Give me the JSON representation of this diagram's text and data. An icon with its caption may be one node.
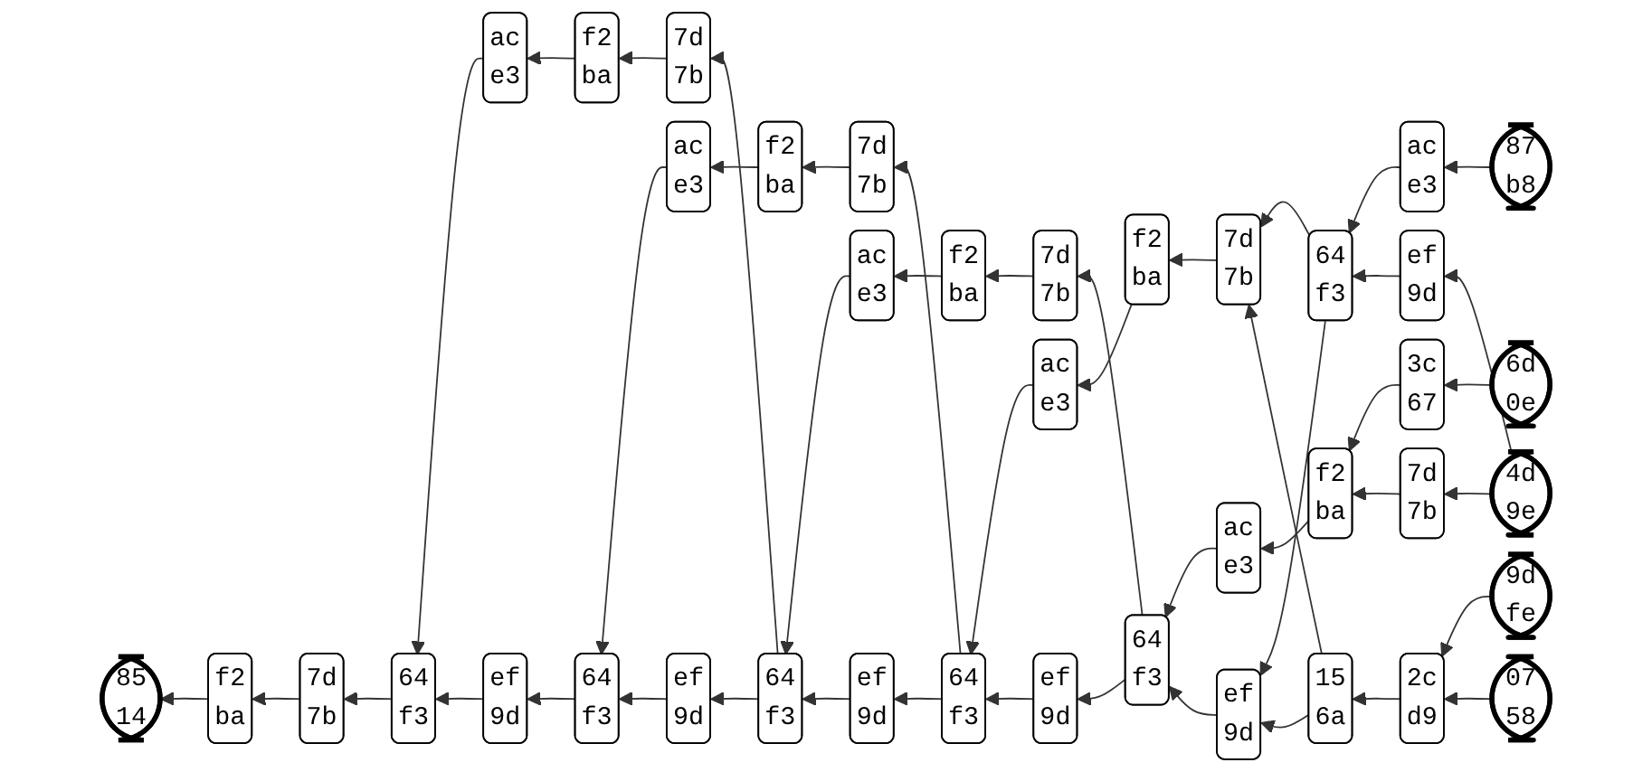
{
  "diagram": {
    "nodes": [
      {
        "text": [
          "85",
          "14"
        ]
      },
      {
        "text": [
          "f2",
          "ba"
        ]
      },
      {
        "text": [
          "7d",
          "7b"
        ]
      },
      {
        "text": [
          "64",
          "f3"
        ]
      },
      {
        "text": [
          "ac",
          "e3"
        ]
      },
      {
        "text": [
          "ef",
          "9d"
        ]
      },
      {
        "text": [
          "f2",
          "ba"
        ]
      },
      {
        "text": [
          "64",
          "f3"
        ]
      },
      {
        "text": [
          "ac",
          "e3"
        ]
      },
      {
        "text": [
          "7d",
          "7b"
        ]
      },
      {
        "text": [
          "ef",
          "9d"
        ]
      },
      {
        "text": [
          "f2",
          "ba"
        ]
      },
      {
        "text": [
          "64",
          "f3"
        ]
      },
      {
        "text": [
          "ac",
          "e3"
        ]
      },
      {
        "text": [
          "7d",
          "7b"
        ]
      },
      {
        "text": [
          "ef",
          "9d"
        ]
      },
      {
        "text": [
          "f2",
          "ba"
        ]
      },
      {
        "text": [
          "64",
          "f3"
        ]
      },
      {
        "text": [
          "ac",
          "e3"
        ]
      },
      {
        "text": [
          "7d",
          "7b"
        ]
      },
      {
        "text": [
          "ef",
          "9d"
        ]
      },
      {
        "text": [
          "f2",
          "ba"
        ]
      },
      {
        "text": [
          "64",
          "f3"
        ]
      },
      {
        "text": [
          "ac",
          "e3"
        ]
      },
      {
        "text": [
          "7d",
          "7b"
        ]
      },
      {
        "text": [
          "ef",
          "9d"
        ]
      },
      {
        "text": [
          "f2",
          "ba"
        ]
      },
      {
        "text": [
          "64",
          "f3"
        ]
      },
      {
        "text": [
          "15",
          "6a"
        ]
      },
      {
        "text": [
          "3c",
          "67"
        ]
      },
      {
        "text": [
          "ac",
          "e3"
        ]
      },
      {
        "text": [
          "7d",
          "7b"
        ]
      },
      {
        "text": [
          "ef",
          "9d"
        ]
      },
      {
        "text": [
          "2c",
          "d9"
        ]
      },
      {
        "text": [
          "6d",
          "0e"
        ]
      },
      {
        "text": [
          "87",
          "b8"
        ]
      },
      {
        "text": [
          "4d",
          "9e"
        ]
      },
      {
        "text": [
          "9d",
          "fe"
        ]
      },
      {
        "text": [
          "07",
          "58"
        ]
      }
    ],
    "edges": [
      {
        "from": 1,
        "to": 0,
        "arrow": "to"
      },
      {
        "from": 2,
        "to": 1,
        "arrow": "to"
      },
      {
        "from": 3,
        "to": 2,
        "arrow": "to"
      },
      {
        "from": 4,
        "to": 3,
        "arrow": "to"
      },
      {
        "from": 5,
        "to": 3,
        "arrow": "to"
      },
      {
        "from": 6,
        "to": 4,
        "arrow": "to"
      },
      {
        "from": 7,
        "to": 5,
        "arrow": "to"
      },
      {
        "from": 8,
        "to": 7,
        "arrow": "to"
      },
      {
        "from": 9,
        "to": 6,
        "arrow": "to"
      },
      {
        "from": 10,
        "to": 7,
        "arrow": "to"
      },
      {
        "from": 11,
        "to": 8,
        "arrow": "to"
      },
      {
        "from": 12,
        "to": 9,
        "arrow": "to"
      },
      {
        "from": 12,
        "to": 10,
        "arrow": "to"
      },
      {
        "from": 13,
        "to": 12,
        "arrow": "to"
      },
      {
        "from": 14,
        "to": 11,
        "arrow": "to"
      },
      {
        "from": 15,
        "to": 12,
        "arrow": "to"
      },
      {
        "from": 16,
        "to": 13,
        "arrow": "to"
      },
      {
        "from": 17,
        "to": 14,
        "arrow": "to"
      },
      {
        "from": 17,
        "to": 15,
        "arrow": "to"
      },
      {
        "from": 18,
        "to": 17,
        "arrow": "to"
      },
      {
        "from": 19,
        "to": 16,
        "arrow": "to"
      },
      {
        "from": 20,
        "to": 17,
        "arrow": "to"
      },
      {
        "from": 21,
        "to": 18,
        "arrow": "to"
      },
      {
        "from": 22,
        "to": 19,
        "arrow": "to"
      },
      {
        "from": 22,
        "to": 20,
        "arrow": "to"
      },
      {
        "from": 23,
        "to": 22,
        "arrow": "to"
      },
      {
        "from": 24,
        "to": 21,
        "arrow": "to"
      },
      {
        "from": 25,
        "to": 22,
        "arrow": "to"
      },
      {
        "from": 26,
        "to": 23,
        "arrow": "to"
      },
      {
        "from": 27,
        "to": 24,
        "arrow": "to"
      },
      {
        "from": 27,
        "to": 25,
        "arrow": "to"
      },
      {
        "from": 28,
        "to": 25,
        "arrow": "to"
      },
      {
        "from": 28,
        "to": 24,
        "arrow": "to"
      },
      {
        "from": 29,
        "to": 26,
        "arrow": "to"
      },
      {
        "from": 31,
        "to": 26,
        "arrow": "to"
      },
      {
        "from": 30,
        "to": 27,
        "arrow": "to"
      },
      {
        "from": 32,
        "to": 27,
        "arrow": "to"
      },
      {
        "from": 33,
        "to": 28,
        "arrow": "to"
      },
      {
        "from": 34,
        "to": 29,
        "arrow": "to"
      },
      {
        "from": 35,
        "to": 30,
        "arrow": "to"
      },
      {
        "from": 36,
        "to": 31,
        "arrow": "to"
      },
      {
        "from": 36,
        "to": 32,
        "arrow": "to"
      },
      {
        "from": 37,
        "to": 33,
        "arrow": "to"
      },
      {
        "from": 38,
        "to": 33,
        "arrow": "to"
      }
    ]
  }
}
